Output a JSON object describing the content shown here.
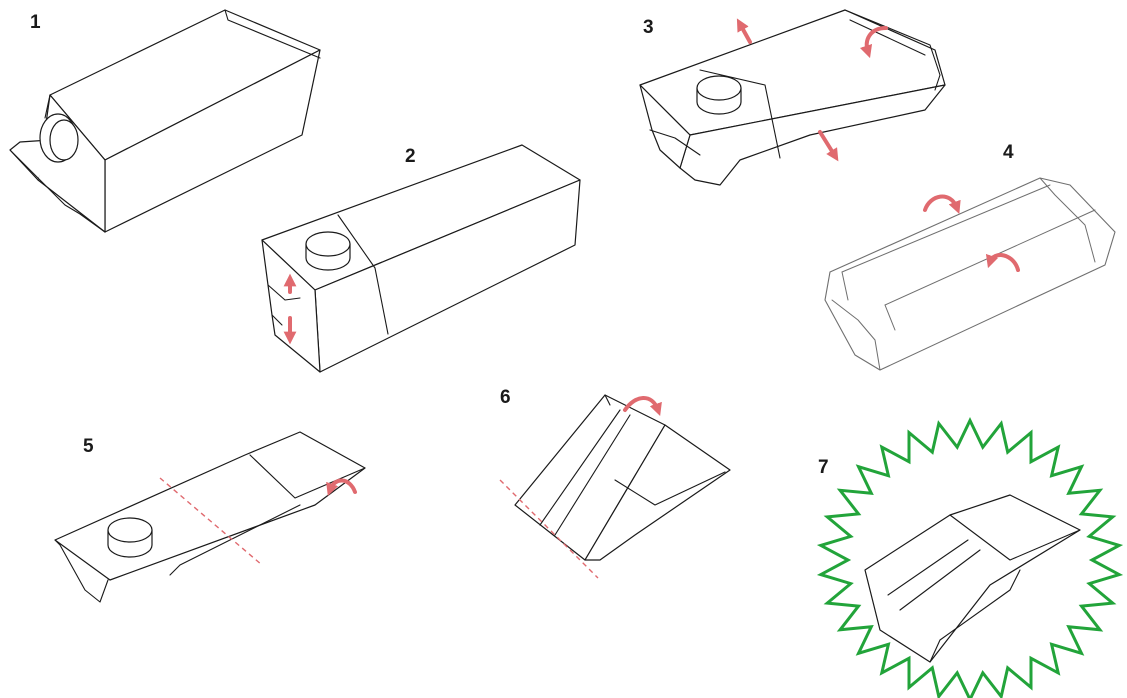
{
  "colors": {
    "line": "#1a1a1a",
    "line_gray": "#6f6f6f",
    "arrow": "#e06a6f",
    "fold_line": "#e06a6f",
    "burst": "#22a43a",
    "background": "#ffffff"
  },
  "steps": [
    {
      "label": "1"
    },
    {
      "label": "2"
    },
    {
      "label": "3"
    },
    {
      "label": "4"
    },
    {
      "label": "5"
    },
    {
      "label": "6"
    },
    {
      "label": "7"
    }
  ],
  "icons": [
    "up-down-arrow-icon",
    "stretch-arrow-icon",
    "curved-fold-arrow-icon",
    "dashed-fold-line",
    "starburst-icon"
  ]
}
